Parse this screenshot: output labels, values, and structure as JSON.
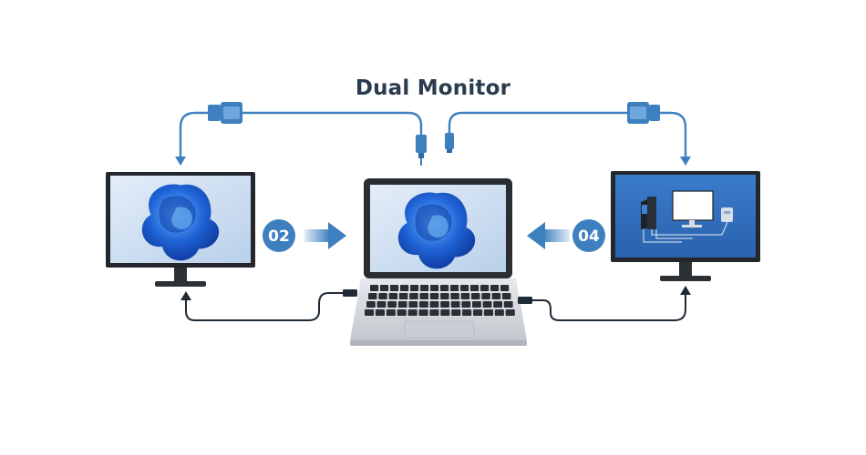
{
  "title": "Dual Monitor",
  "badges": {
    "left": "02",
    "right": "04"
  },
  "colors": {
    "accent": "#3d7fbf",
    "cable": "#1f2a36",
    "bezel": "#23272c",
    "wallpaper": "#cfe0f2",
    "desktop_blue": "#2f6fc0",
    "laptop_body": "#d9dde2"
  },
  "icons": [
    "windows-bloom-icon",
    "desktop-tower-icon",
    "display-icon",
    "router-icon",
    "arrow-right-icon",
    "arrow-left-icon"
  ]
}
